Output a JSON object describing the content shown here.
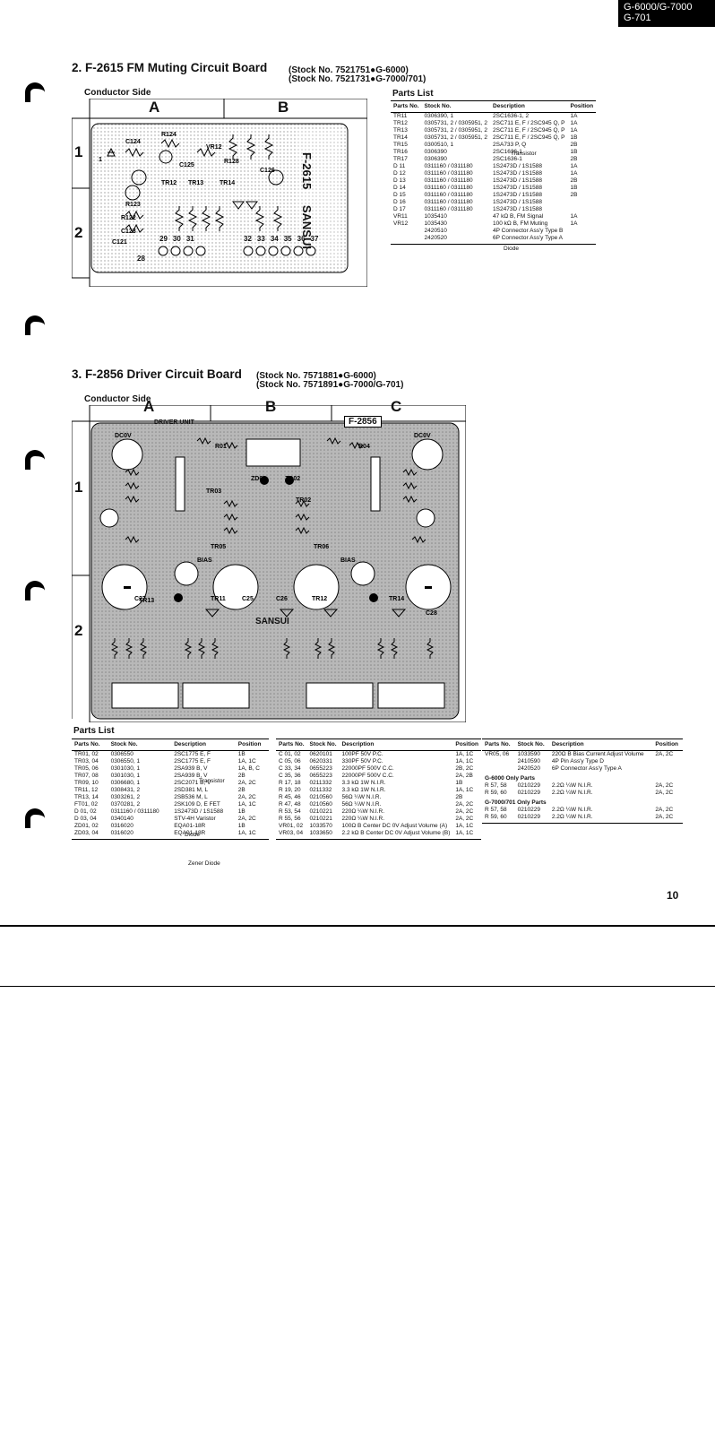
{
  "header": {
    "line1": "G-6000/G-7000",
    "line2": "G-701"
  },
  "section2": {
    "title": "2.  F-2615 FM Muting Circuit Board",
    "stock1": "(Stock No. 7521751●G-6000)",
    "stock2": "(Stock No. 7521731●G-7000/701)",
    "conductor_side": "Conductor Side",
    "columns": [
      "A",
      "B"
    ],
    "rows": [
      "1",
      "2"
    ],
    "board_label": "F-2615",
    "brand": "SANSUI",
    "pin_numbers": [
      "28",
      "29",
      "30",
      "31",
      "32",
      "33",
      "34",
      "35",
      "36",
      "37"
    ],
    "parts_list_title": "Parts List",
    "table": {
      "headers": [
        "Parts No.",
        "Stock No.",
        "Description",
        "Position"
      ],
      "rows": [
        [
          "TR11",
          "0306390, 1",
          "2SC1636-1, 2",
          "1A"
        ],
        [
          "TR12",
          "0305731, 2 / 0305951, 2",
          "2SC711 E, F / 2SC945 Q, P",
          "1A"
        ],
        [
          "TR13",
          "0305731, 2 / 0305951, 2",
          "2SC711 E, F / 2SC945 Q, P",
          "1A"
        ],
        [
          "TR14",
          "0305731, 2 / 0305951, 2",
          "2SC711 E, F / 2SC945 Q, P",
          "1B"
        ],
        [
          "TR15",
          "0300510, 1",
          "2SA733 P, Q",
          "2B"
        ],
        [
          "TR16",
          "0306390",
          "2SC1636-1",
          "1B"
        ],
        [
          "TR17",
          "0306390",
          "2SC1636-1",
          "2B"
        ],
        [
          "D  11",
          "0311160 / 0311180",
          "1S2473D / 1S1588",
          "1A"
        ],
        [
          "D  12",
          "0311160 / 0311180",
          "1S2473D / 1S1588",
          "1A"
        ],
        [
          "D  13",
          "0311160 / 0311180",
          "1S2473D / 1S1588",
          "2B"
        ],
        [
          "D  14",
          "0311160 / 0311180",
          "1S2473D / 1S1588",
          "1B"
        ],
        [
          "D  15",
          "0311160 / 0311180",
          "1S2473D / 1S1588",
          "2B"
        ],
        [
          "D  16",
          "0311160 / 0311180",
          "1S2473D / 1S1588",
          ""
        ],
        [
          "D  17",
          "0311160 / 0311180",
          "1S2473D / 1S1588",
          ""
        ],
        [
          "VR11",
          "1035410",
          "47 kΩ B, FM Signal",
          "1A"
        ],
        [
          "VR12",
          "1035430",
          "100 kΩ B, FM Muting",
          "1A"
        ],
        [
          "",
          "2420510",
          "4P Connector Ass'y Type B",
          ""
        ],
        [
          "",
          "2420520",
          "6P Connector Ass'y Type A",
          ""
        ]
      ],
      "group_transistor": "Transistor",
      "group_diode": "Diode"
    }
  },
  "section3": {
    "title": "3.  F-2856 Driver Circuit Board",
    "stock1": "(Stock No. 7571881●G-6000)",
    "stock2": "(Stock No. 7571891●G-7000/G-701)",
    "conductor_side": "Conductor Side",
    "columns": [
      "A",
      "B",
      "C"
    ],
    "rows": [
      "1",
      "2"
    ],
    "board_label": "F-2856",
    "driver_unit": "DRIVER UNIT",
    "brand": "SANSUI",
    "parts_list_title": "Parts List",
    "table1": {
      "headers": [
        "Parts No.",
        "Stock No.",
        "Description",
        "Position"
      ],
      "rows": [
        [
          "TR01, 02",
          "0306550",
          "2SC1775 E, F",
          "1B"
        ],
        [
          "TR03, 04",
          "0306550, 1",
          "2SC1775 E, F",
          "1A, 1C"
        ],
        [
          "TR05, 06",
          "0301030, 1",
          "2SA939 B, V",
          "1A, B, C"
        ],
        [
          "TR07, 08",
          "0301030, 1",
          "2SA939 B, V",
          "2B"
        ],
        [
          "TR09, 10",
          "0306680, 1",
          "2SC2071 B, V",
          "2A, 2C"
        ],
        [
          "TR11, 12",
          "0308431, 2",
          "2SD381 M, L",
          "2B"
        ],
        [
          "TR13, 14",
          "0303261, 2",
          "2SB536 M, L",
          "2A, 2C"
        ],
        [
          "FT01, 02",
          "0370281, 2",
          "2SK109 D, E FET",
          "1A, 1C"
        ],
        [
          "D  01, 02",
          "0311160 / 0311180",
          "1S2473D / 1S1588",
          "1B"
        ],
        [
          "D  03, 04",
          "0340140",
          "STV-4H Varistor",
          "2A, 2C"
        ],
        [
          "ZD01, 02",
          "0316020",
          "EQA01-18R",
          "1B"
        ],
        [
          "ZD03, 04",
          "0316020",
          "EQA01-18R",
          "1A, 1C"
        ]
      ],
      "group_transistor": "Transistor",
      "group_diode": "Diode",
      "group_zener": "Zener Diode"
    },
    "table2": {
      "headers": [
        "Parts No.",
        "Stock No.",
        "Description",
        "Position"
      ],
      "rows": [
        [
          "C  01, 02",
          "0620101",
          "100PF 50V P.C.",
          "1A, 1C"
        ],
        [
          "C  05, 06",
          "0620331",
          "330PF 50V P.C.",
          "1A, 1C"
        ],
        [
          "C  33, 34",
          "0655223",
          "22000PF 500V C.C.",
          "2B, 2C"
        ],
        [
          "C  35, 36",
          "0655223",
          "22000PF 500V C.C.",
          "2A, 2B"
        ],
        [
          "R  17, 18",
          "0211332",
          "3.3 kΩ 1W N.I.R.",
          "1B"
        ],
        [
          "R  19, 20",
          "0211332",
          "3.3 kΩ 1W N.I.R.",
          "1A, 1C"
        ],
        [
          "R  45, 46",
          "0210560",
          "56Ω ¼W N.I.R.",
          "2B"
        ],
        [
          "R  47, 48",
          "0210560",
          "56Ω ¼W N.I.R.",
          "2A, 2C"
        ],
        [
          "R  53, 54",
          "0210221",
          "220Ω ¼W N.I.R.",
          "2A, 2C"
        ],
        [
          "R  55, 56",
          "0210221",
          "220Ω ¼W N.I.R.",
          "2A, 2C"
        ],
        [
          "VR01, 02",
          "1033570",
          "100Ω B Center DC 0V Adjust Volume (A)",
          "1A, 1C"
        ],
        [
          "VR03, 04",
          "1033650",
          "2.2 kΩ B Center DC 0V Adjust Volume (B)",
          "1A, 1C"
        ]
      ]
    },
    "table3": {
      "headers": [
        "Parts No.",
        "Stock No.",
        "Description",
        "Position"
      ],
      "rows": [
        [
          "VR05, 06",
          "1033590",
          "220Ω B Bias Current Adjust Volume",
          "2A, 2C"
        ],
        [
          "",
          "2410590",
          "4P Pin Ass'y Type D",
          ""
        ],
        [
          "",
          "2420520",
          "6P Connector Ass'y Type A",
          ""
        ]
      ],
      "g6000_title": "G-6000 Only Parts",
      "g6000_rows": [
        [
          "R  57, 58",
          "0210229",
          "2.2Ω ¼W N.I.R.",
          "2A, 2C"
        ],
        [
          "R  59, 60",
          "0210229",
          "2.2Ω ¼W N.I.R.",
          "2A, 2C"
        ]
      ],
      "g7000_title": "G-7000/701 Only Parts",
      "g7000_rows": [
        [
          "R  57, 58",
          "0210229",
          "2.2Ω ¼W N.I.R.",
          "2A, 2C"
        ],
        [
          "R  59, 60",
          "0210229",
          "2.2Ω ¼W N.I.R.",
          "2A, 2C"
        ]
      ]
    }
  },
  "page_number": "10"
}
